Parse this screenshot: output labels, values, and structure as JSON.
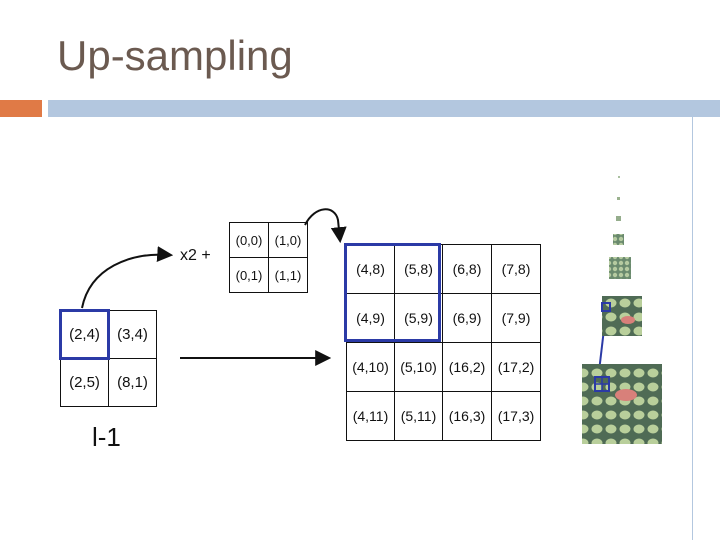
{
  "slide": {
    "title": "Up-sampling",
    "colors": {
      "accent_orange": "#e07a46",
      "accent_blue": "#b3c7df",
      "highlight": "#2b3aa6",
      "text": "#6b5a50"
    }
  },
  "diagram": {
    "multiplier_label": "x2 +",
    "level_label": "l-1",
    "offset_grid": [
      [
        "(0,0)",
        "(1,0)"
      ],
      [
        "(0,1)",
        "(1,1)"
      ]
    ],
    "coarse_grid": [
      [
        "(2,4)",
        "(3,4)"
      ],
      [
        "(2,5)",
        "(8,1)"
      ]
    ],
    "fine_grid": [
      [
        "(4,8)",
        "(5,8)",
        "(6,8)",
        "(7,8)"
      ],
      [
        "(4,9)",
        "(5,9)",
        "(6,9)",
        "(7,9)"
      ],
      [
        "(4,10)",
        "(5,10)",
        "(16,2)",
        "(17,2)"
      ],
      [
        "(4,11)",
        "(5,11)",
        "(16,3)",
        "(17,3)"
      ]
    ],
    "pyramid_icons": [
      "texture-pyramid-image"
    ]
  }
}
